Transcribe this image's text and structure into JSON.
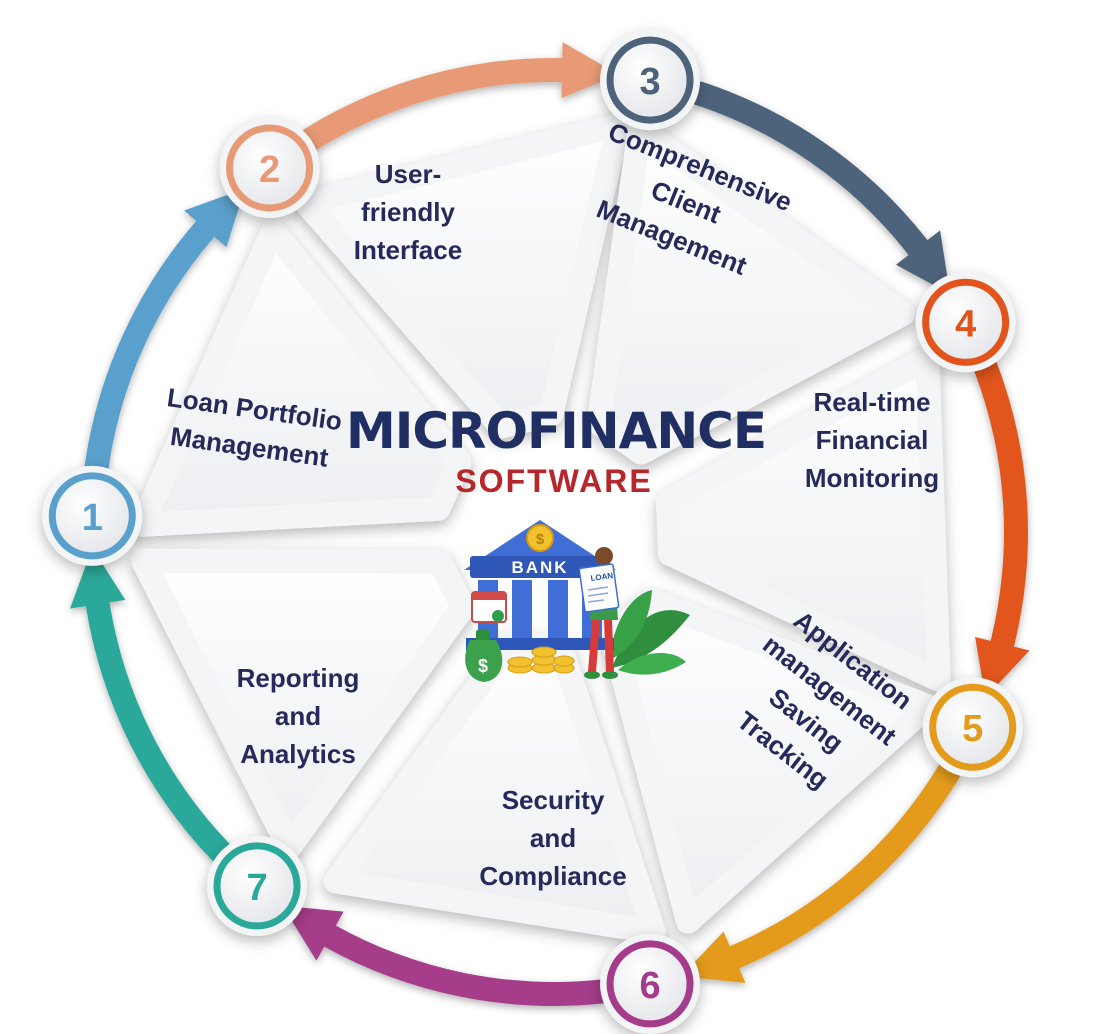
{
  "title": "MICROFINANCE",
  "subtitle": "SOFTWARE",
  "illustration": {
    "sign_text": "BANK",
    "document_text": "LOAN",
    "icon": "bank-building-icon"
  },
  "colors": {
    "title": "#1f2f63",
    "subtitle": "#b7262b",
    "label": "#262a5a"
  },
  "steps": [
    {
      "number": "1",
      "lines": [
        "Loan Portfolio",
        "Management"
      ],
      "color": "#5aa0cc"
    },
    {
      "number": "2",
      "lines": [
        "User-",
        "friendly",
        "Interface"
      ],
      "color": "#e79a75"
    },
    {
      "number": "3",
      "lines": [
        "Comprehensive",
        "Client",
        "Management"
      ],
      "color": "#4d637c"
    },
    {
      "number": "4",
      "lines": [
        "Real-time",
        "Financial",
        "Monitoring"
      ],
      "color": "#e2541c"
    },
    {
      "number": "5",
      "lines": [
        "Application",
        "management",
        "Saving",
        "Tracking"
      ],
      "color": "#e49b1c"
    },
    {
      "number": "6",
      "lines": [
        "Security",
        "and",
        "Compliance"
      ],
      "color": "#a53c8b"
    },
    {
      "number": "7",
      "lines": [
        "Reporting",
        "and",
        "Analytics"
      ],
      "color": "#2aa899"
    }
  ]
}
